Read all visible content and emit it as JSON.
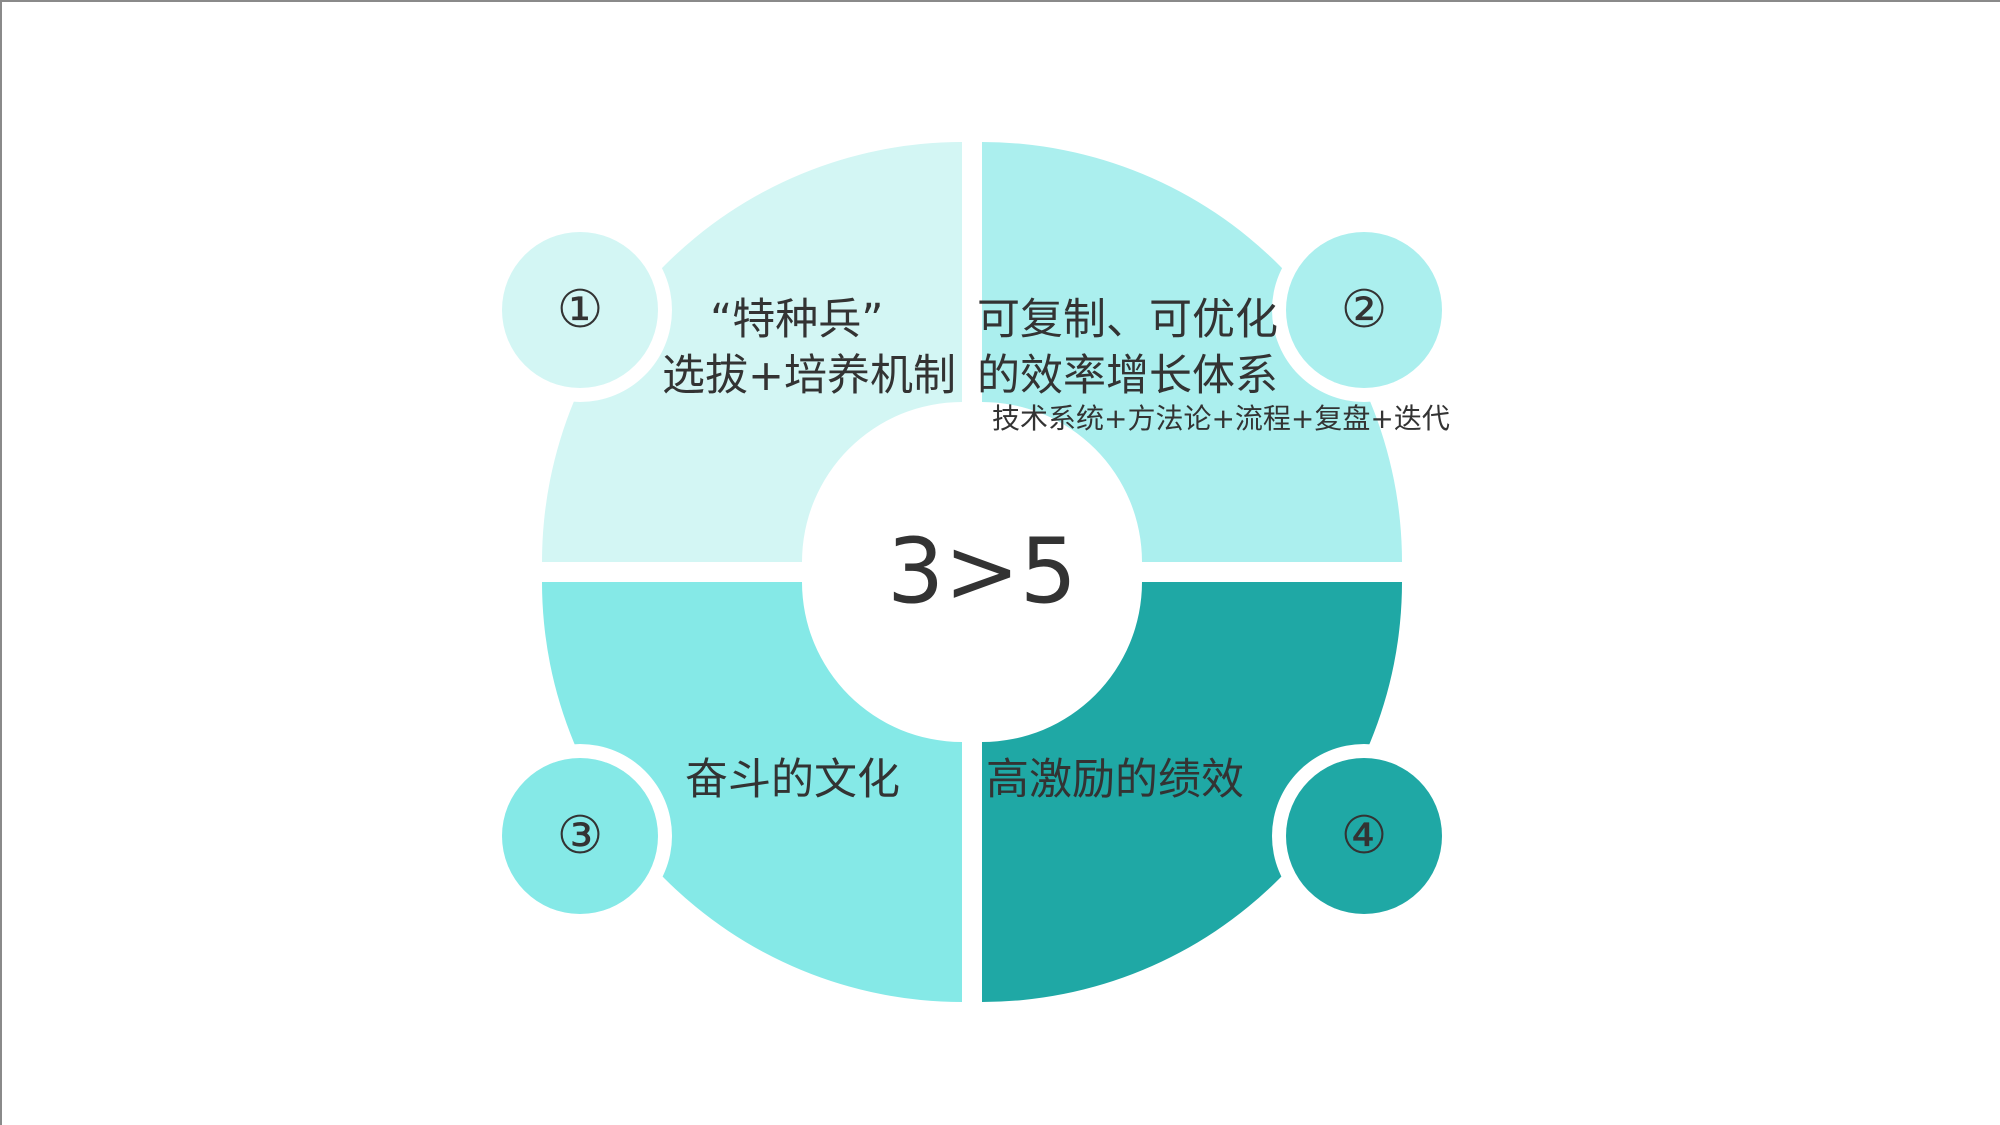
{
  "center": {
    "label": "3>5"
  },
  "quadrants": [
    {
      "number": "①",
      "lines": [
        "“特种兵”",
        "选拔+培养机制"
      ],
      "color": "#D3F6F4"
    },
    {
      "number": "②",
      "lines": [
        "可复制、可优化",
        "的效率增长体系"
      ],
      "sub": "技术系统+方法论+流程+复盘+迭代",
      "color": "#ABEFEE"
    },
    {
      "number": "③",
      "lines": [
        "奋斗的文化"
      ],
      "color": "#85E9E7"
    },
    {
      "number": "④",
      "lines": [
        "高激励的绩效"
      ],
      "color": "#1FA8A5"
    }
  ]
}
